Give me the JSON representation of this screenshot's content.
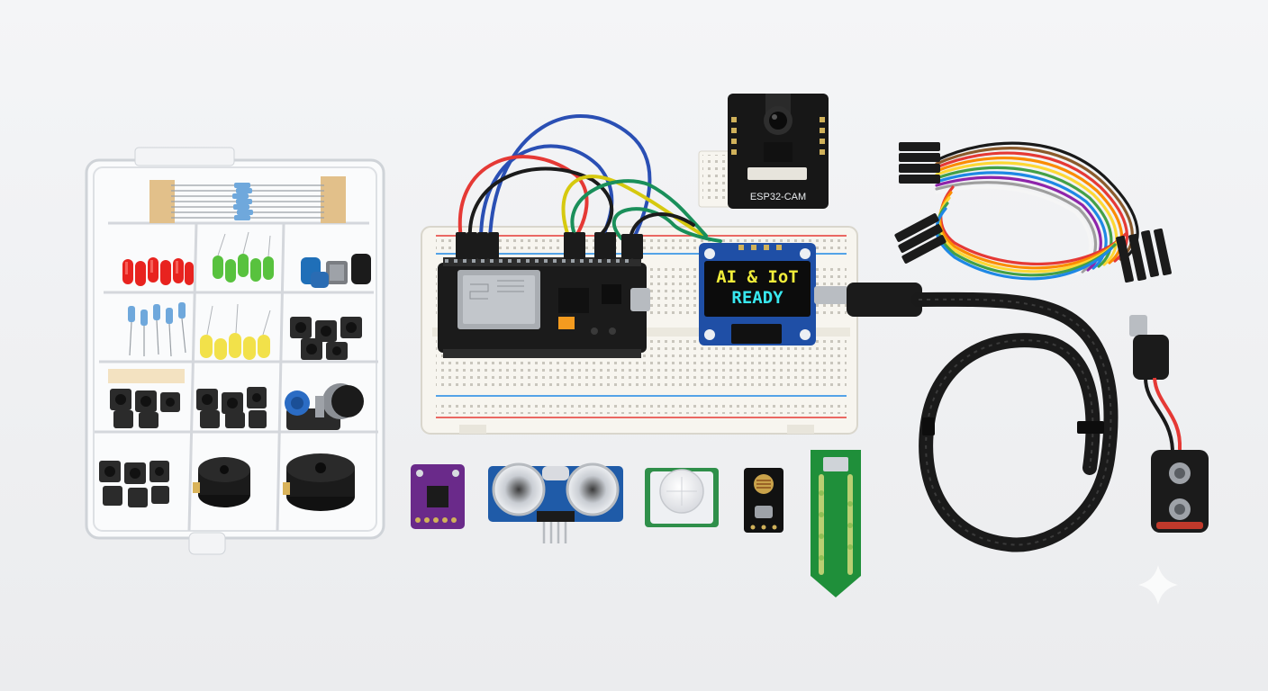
{
  "scene": {
    "background": "#f1f2f4",
    "oled": {
      "line1": "AI & IoT",
      "line2": "READY",
      "text_color_top": "#f2ee3a",
      "text_color_bottom": "#38e8f0"
    },
    "camera": {
      "label": "ESP32-CAM"
    },
    "jumper_colors": [
      "#1a1a1a",
      "#8b5a2b",
      "#e53935",
      "#fb8c00",
      "#fdd835",
      "#43a047",
      "#1e88e5",
      "#8e24aa",
      "#9e9e9e",
      "#f5f5f5"
    ],
    "led_colors": {
      "red": "#e8231f",
      "green": "#58c23e",
      "yellow": "#f2e14a"
    },
    "board_colors": {
      "breadboard": "#f7f5ef",
      "esp32": "#1b1b1b",
      "oled_pcb": "#1f4fa6",
      "sonar_pcb": "#1f5ba8",
      "gyro_pcb": "#6a2a8a",
      "pir_pcb": "#2f8f4a",
      "moisture_pcb": "#1f8f3a"
    },
    "icons": [
      "sparkle-icon"
    ]
  }
}
